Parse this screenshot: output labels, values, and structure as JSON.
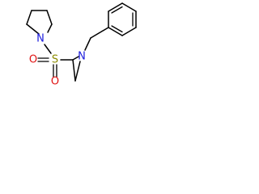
{
  "molecule": {
    "atoms": {
      "pyrrolidine_n": {
        "symbol": "N",
        "color": "#1a1adc"
      },
      "sulfur": {
        "symbol": "S",
        "color": "#8c8c00"
      },
      "oxygen_top": {
        "symbol": "O",
        "color": "#e01414"
      },
      "oxygen_bottom": {
        "symbol": "O",
        "color": "#e01414"
      },
      "aziridine_n": {
        "symbol": "N",
        "color": "#1a1adc"
      }
    },
    "bond_color": "#000000"
  }
}
